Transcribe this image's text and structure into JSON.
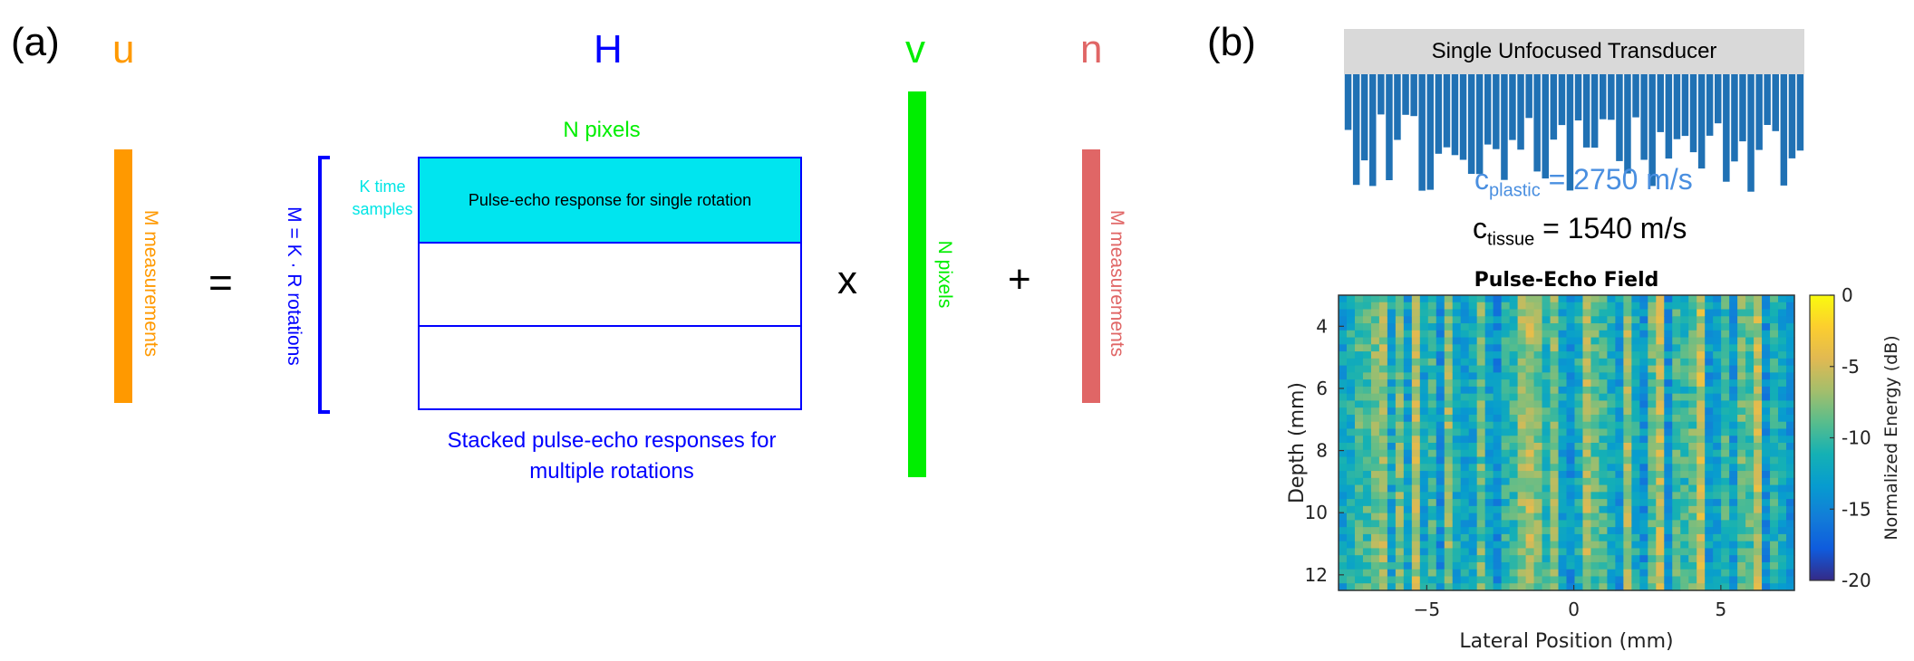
{
  "panel_a": {
    "label": "(a)",
    "u_symbol": "u",
    "equals": "=",
    "H_symbol": "H",
    "times": "x",
    "v_symbol": "v",
    "plus": "+",
    "n_symbol": "n",
    "u_vector_label": "M measurements",
    "m_rotations_label": "M = K · R rotations",
    "k_time_samples": [
      "K time",
      "samples"
    ],
    "n_pixels_top": "N pixels",
    "first_block_label": "Pulse-echo response for single rotation",
    "stacked_caption": [
      "Stacked pulse-echo responses for",
      "multiple rotations"
    ],
    "v_vector_label": "N pixels",
    "n_vector_label": "M measurements",
    "colors": {
      "u": "#ff9900",
      "H": "#0000ff",
      "v": "#00ee00",
      "n": "#e06666",
      "k_label": "#00e5e5",
      "first_block_fill": "#00e5ef"
    }
  },
  "panel_b": {
    "label": "(b)",
    "transducer_label": "Single Unfocused Transducer",
    "c_plastic_base": "c",
    "c_plastic_sub": "plastic",
    "c_plastic_value": "= 2750 m/s",
    "c_tissue_base": "c",
    "c_tissue_sub": "tissue",
    "c_tissue_value": "= 1540 m/s",
    "lens_color": "#2071b4",
    "c_plastic_color": "#4a8fe0"
  },
  "chart_data": {
    "type": "heatmap",
    "title": "Pulse-Echo Field",
    "xlabel": "Lateral Position (mm)",
    "ylabel": "Depth (mm)",
    "xlim": [
      -8,
      7.5
    ],
    "ylim": [
      3,
      12.5
    ],
    "xticks": [
      -5,
      0,
      5
    ],
    "yticks": [
      4,
      6,
      8,
      10,
      12
    ],
    "y_reversed": true,
    "colorbar": {
      "label": "Normalized Energy (dB)",
      "ticks": [
        0,
        -5,
        -10,
        -15,
        -20
      ],
      "range": [
        -20,
        0
      ],
      "colormap": "parula"
    }
  }
}
